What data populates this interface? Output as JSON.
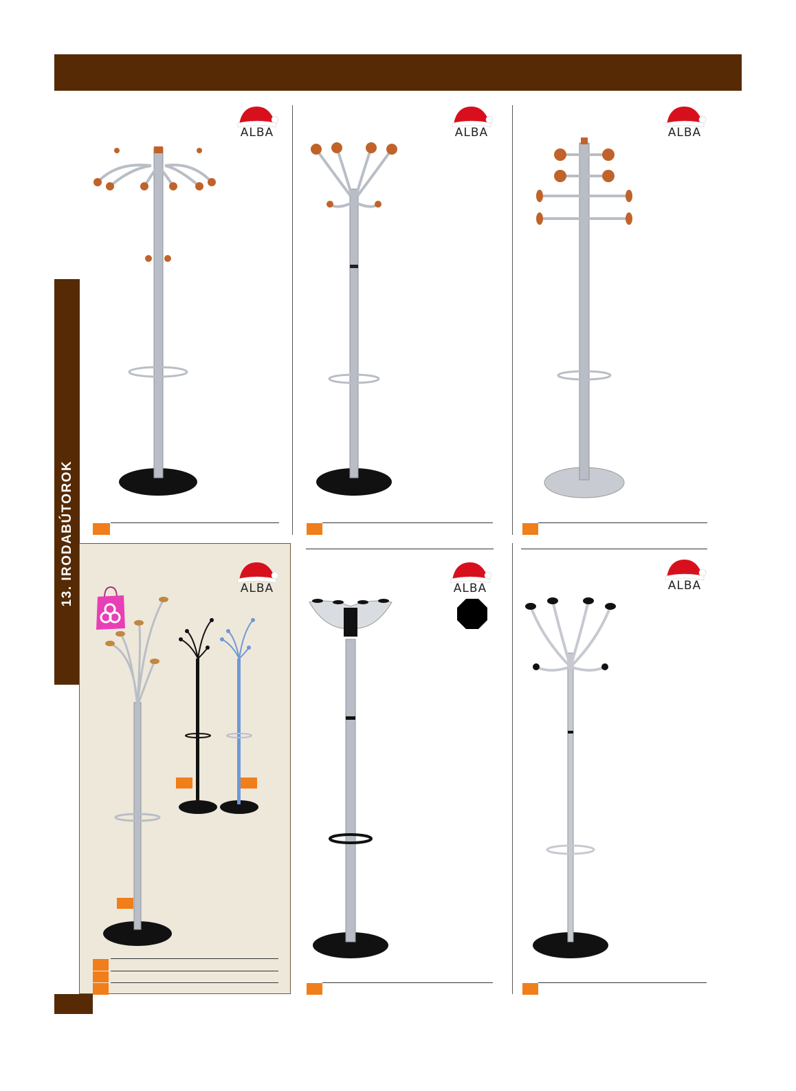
{
  "header": {
    "title": ""
  },
  "side_tab": {
    "label": "13. IRODABÚTOROK"
  },
  "brand": {
    "name": "ALBA",
    "hat_red": "#D8101E",
    "hat_white": "#ffffff"
  },
  "colors": {
    "brown": "#552A05",
    "orange": "#F07E1A",
    "promo_bg": "#EEE8DB",
    "silver": "#B9BEC6",
    "wood": "#C0632A"
  },
  "products": [
    {
      "id": "stand-1",
      "brand": "ALBA",
      "description": "silver coat stand with wooden hooks and black base"
    },
    {
      "id": "stand-2",
      "brand": "ALBA",
      "description": "silver coat stand with wooden ball hooks"
    },
    {
      "id": "stand-3",
      "brand": "ALBA",
      "description": "silver coat stand with wooden knob pegs and silver base"
    },
    {
      "id": "stand-4",
      "brand": "ALBA",
      "description": "promo coat stands in silver, black and blue"
    },
    {
      "id": "stand-5",
      "brand": "ALBA",
      "description": "silver coat stand with black top and ring"
    },
    {
      "id": "stand-6",
      "brand": "ALBA",
      "description": "chrome coat stand with black knob hooks"
    }
  ],
  "promo": {
    "bag_icon": "gift-bag-icon",
    "bag_color": "#E83FB6"
  },
  "icons": {
    "stop": "octagon-icon"
  }
}
